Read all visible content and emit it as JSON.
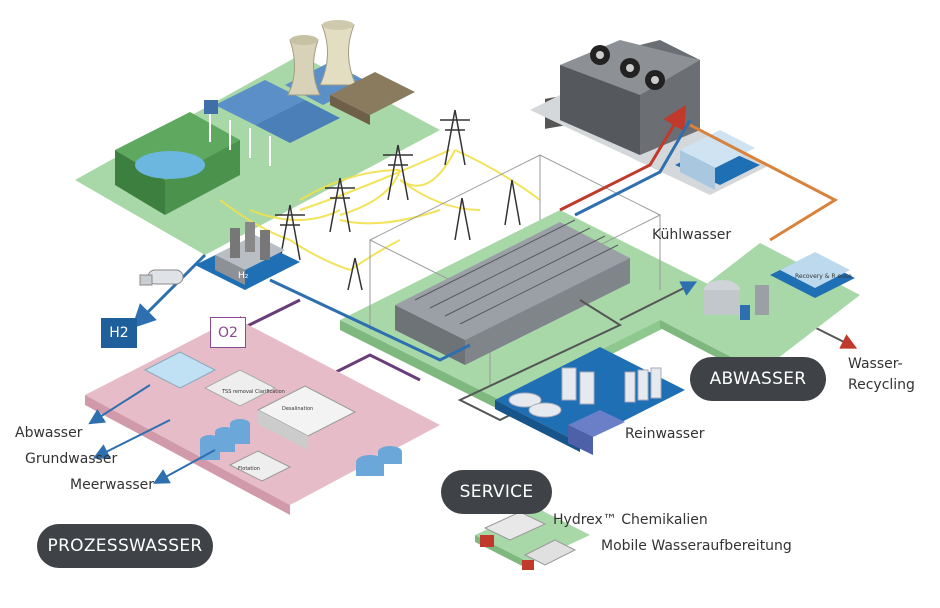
{
  "labels": {
    "kuehlwasser": "Kühlwasser",
    "abwasser_right_line1": "Wasser-",
    "abwasser_right_line2": "Recycling",
    "reinwasser": "Reinwasser",
    "abwasser_left": "Abwasser",
    "grundwasser": "Grundwasser",
    "meerwasser": "Meerwasser",
    "hydrex": "Hydrex™ Chemikalien",
    "mobile": "Mobile Wasseraufbereitung"
  },
  "tags": {
    "h2": "H2",
    "o2": "O2"
  },
  "pills": {
    "abwasser": "ABWASSER",
    "service": "SERVICE",
    "prozesswasser": "PROZESSWASSER"
  },
  "equipment_labels": {
    "h2_unit": "H₂",
    "recovery": "Recovery & R euse",
    "tss": "TSS removal Clarification",
    "desal": "Desalination",
    "flotation": "Flotation"
  },
  "colors": {
    "green_platform": "#a8d8a8",
    "pink_platform": "#e6bcc8",
    "blue_platform": "#1f6fb5",
    "pill_dark": "#3f4246",
    "h2_tag": "#1f5f9b",
    "o2_tag": "#8a4a91",
    "cable_yellow": "#f1e14a",
    "pipe_orange": "#d9823b",
    "pipe_red": "#c0392b",
    "pipe_blue": "#2e6fb0",
    "pipe_purple": "#6a3c7a"
  }
}
